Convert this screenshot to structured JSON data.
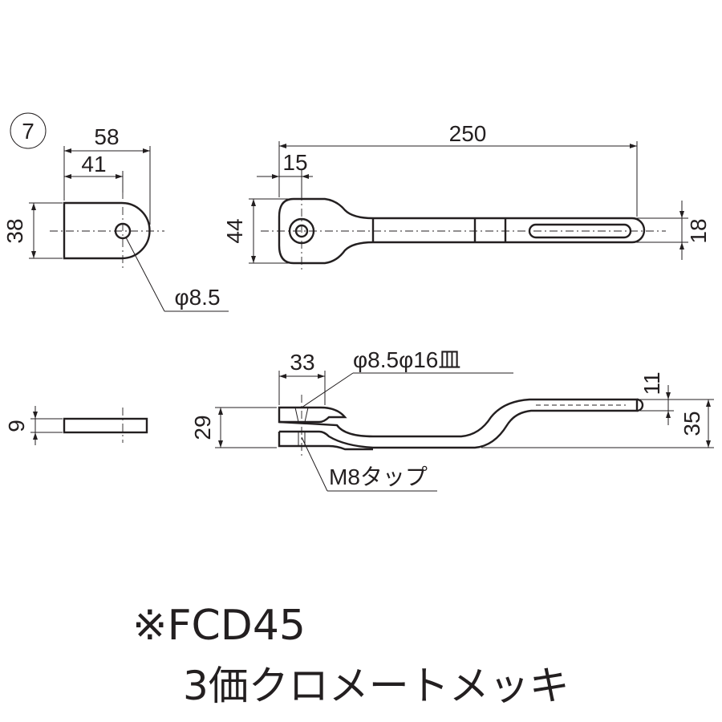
{
  "drawing": {
    "item_number": "7",
    "dimensions": {
      "top_width_total": "58",
      "top_width_flat": "41",
      "top_height": "38",
      "hole_dia": "φ8.5",
      "plan_length": "250",
      "plan_head": "15",
      "plan_height": "44",
      "plan_shaft": "18",
      "side_thickness": "9",
      "side_head": "33",
      "side_hole": "φ8.5φ16皿",
      "side_height": "29",
      "side_offset": "11",
      "side_total": "35",
      "tap_note": "M8タップ"
    },
    "material": "※FCD45",
    "finish": "3価クロメートメッキ"
  }
}
